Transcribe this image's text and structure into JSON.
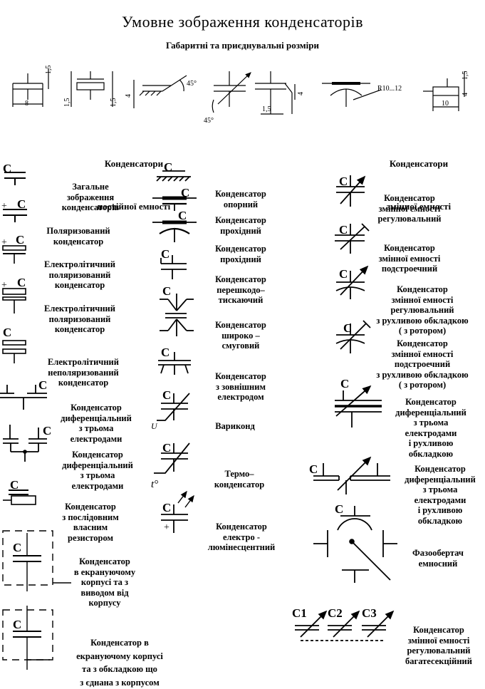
{
  "title": "Умовне зображення конденсаторів",
  "subtitle": "Габаритні та приєднувальні розміри",
  "dims": {
    "d1": "1,5",
    "d2": "8",
    "d3": "1,5",
    "d4": "1,5",
    "d5": "4",
    "d6": "45°",
    "d7": "45°",
    "d8": "1,5",
    "d9": "4",
    "d10": "R10...12",
    "d11": "1,5",
    "d12": "4",
    "d13": "10"
  },
  "headers": {
    "fixed": [
      "Конденсатори",
      "постійної емності"
    ],
    "variable": [
      "Конденсатори",
      "змінної емності"
    ]
  },
  "symbol_letters": {
    "c": "C",
    "c1": "C1",
    "c2": "C2",
    "c3": "C3",
    "plus": "+",
    "u": "U",
    "t": "t°"
  },
  "labels": {
    "l1": [
      "Загальне",
      "зображення",
      "конденсаторів"
    ],
    "l2": [
      "Поляризований",
      "конденсатор"
    ],
    "l3": [
      "Електролітичний",
      "поляризований",
      "конденсатор"
    ],
    "l4": [
      "Електролітичний",
      "поляризований",
      "конденсатор"
    ],
    "l5": [
      "Електролітичний",
      "неполяризований",
      "конденсатор"
    ],
    "l6": [
      "Конденсатор",
      "диференціальний",
      "з трьома",
      "електродами"
    ],
    "l7": [
      "Конденсатор",
      "диференціальний",
      "з трьома",
      "електродами"
    ],
    "l8": [
      "Конденсатор",
      "з послідовним",
      "власним",
      "резистором"
    ],
    "l9": [
      "Конденсатор",
      "в екрануючому",
      "корпусі та з",
      "виводом від",
      "корпусу"
    ],
    "l10": [
      "Конденсатор в",
      "екрануючому корпусі",
      "та з обкладкою що",
      "з єднана з корпусом"
    ],
    "m1": [
      "Конденсатор",
      "опорний"
    ],
    "m2": [
      "Конденсатор",
      "прохідний"
    ],
    "m3": [
      "Конденсатор",
      "прохідний"
    ],
    "m4": [
      "Конденсатор",
      "перешкодо–",
      "тискаючий"
    ],
    "m5": [
      "Конденсатор",
      "широко –",
      "смуговий"
    ],
    "m6": [
      "Конденсатор",
      "з зовнішним",
      "електродом"
    ],
    "m7": [
      "Вариконд"
    ],
    "m8": [
      "Термо–",
      "конденсатор"
    ],
    "m9": [
      "Конденсатор",
      "електро -",
      "люмінесцентний"
    ],
    "r1": [
      "Конденсатор",
      "змінної емності",
      "регулювальний"
    ],
    "r2": [
      "Конденсатор",
      "змінної емності",
      "подстроечний"
    ],
    "r3": [
      "Конденсатор",
      "змінної емності",
      "регулювальний",
      "з рухливою обкладкою",
      "( з ротором)"
    ],
    "r4": [
      "Конденсатор",
      "змінної емності",
      "подстроечний",
      "з рухливою обкладкою",
      "( з ротором)"
    ],
    "r5": [
      "Конденсатор",
      "диференціальний",
      "з трьома",
      "електродами",
      "і рухливою",
      "обкладкою"
    ],
    "r6": [
      "Конденсатор",
      "диференціальний",
      "з трьома",
      "електродами",
      "і рухливою",
      "обкладкою"
    ],
    "r7": [
      "Фазообертач",
      "емносний"
    ],
    "r8": [
      "Конденсатор",
      "змінної емності",
      "регулювальний",
      "багатесекційний"
    ]
  }
}
